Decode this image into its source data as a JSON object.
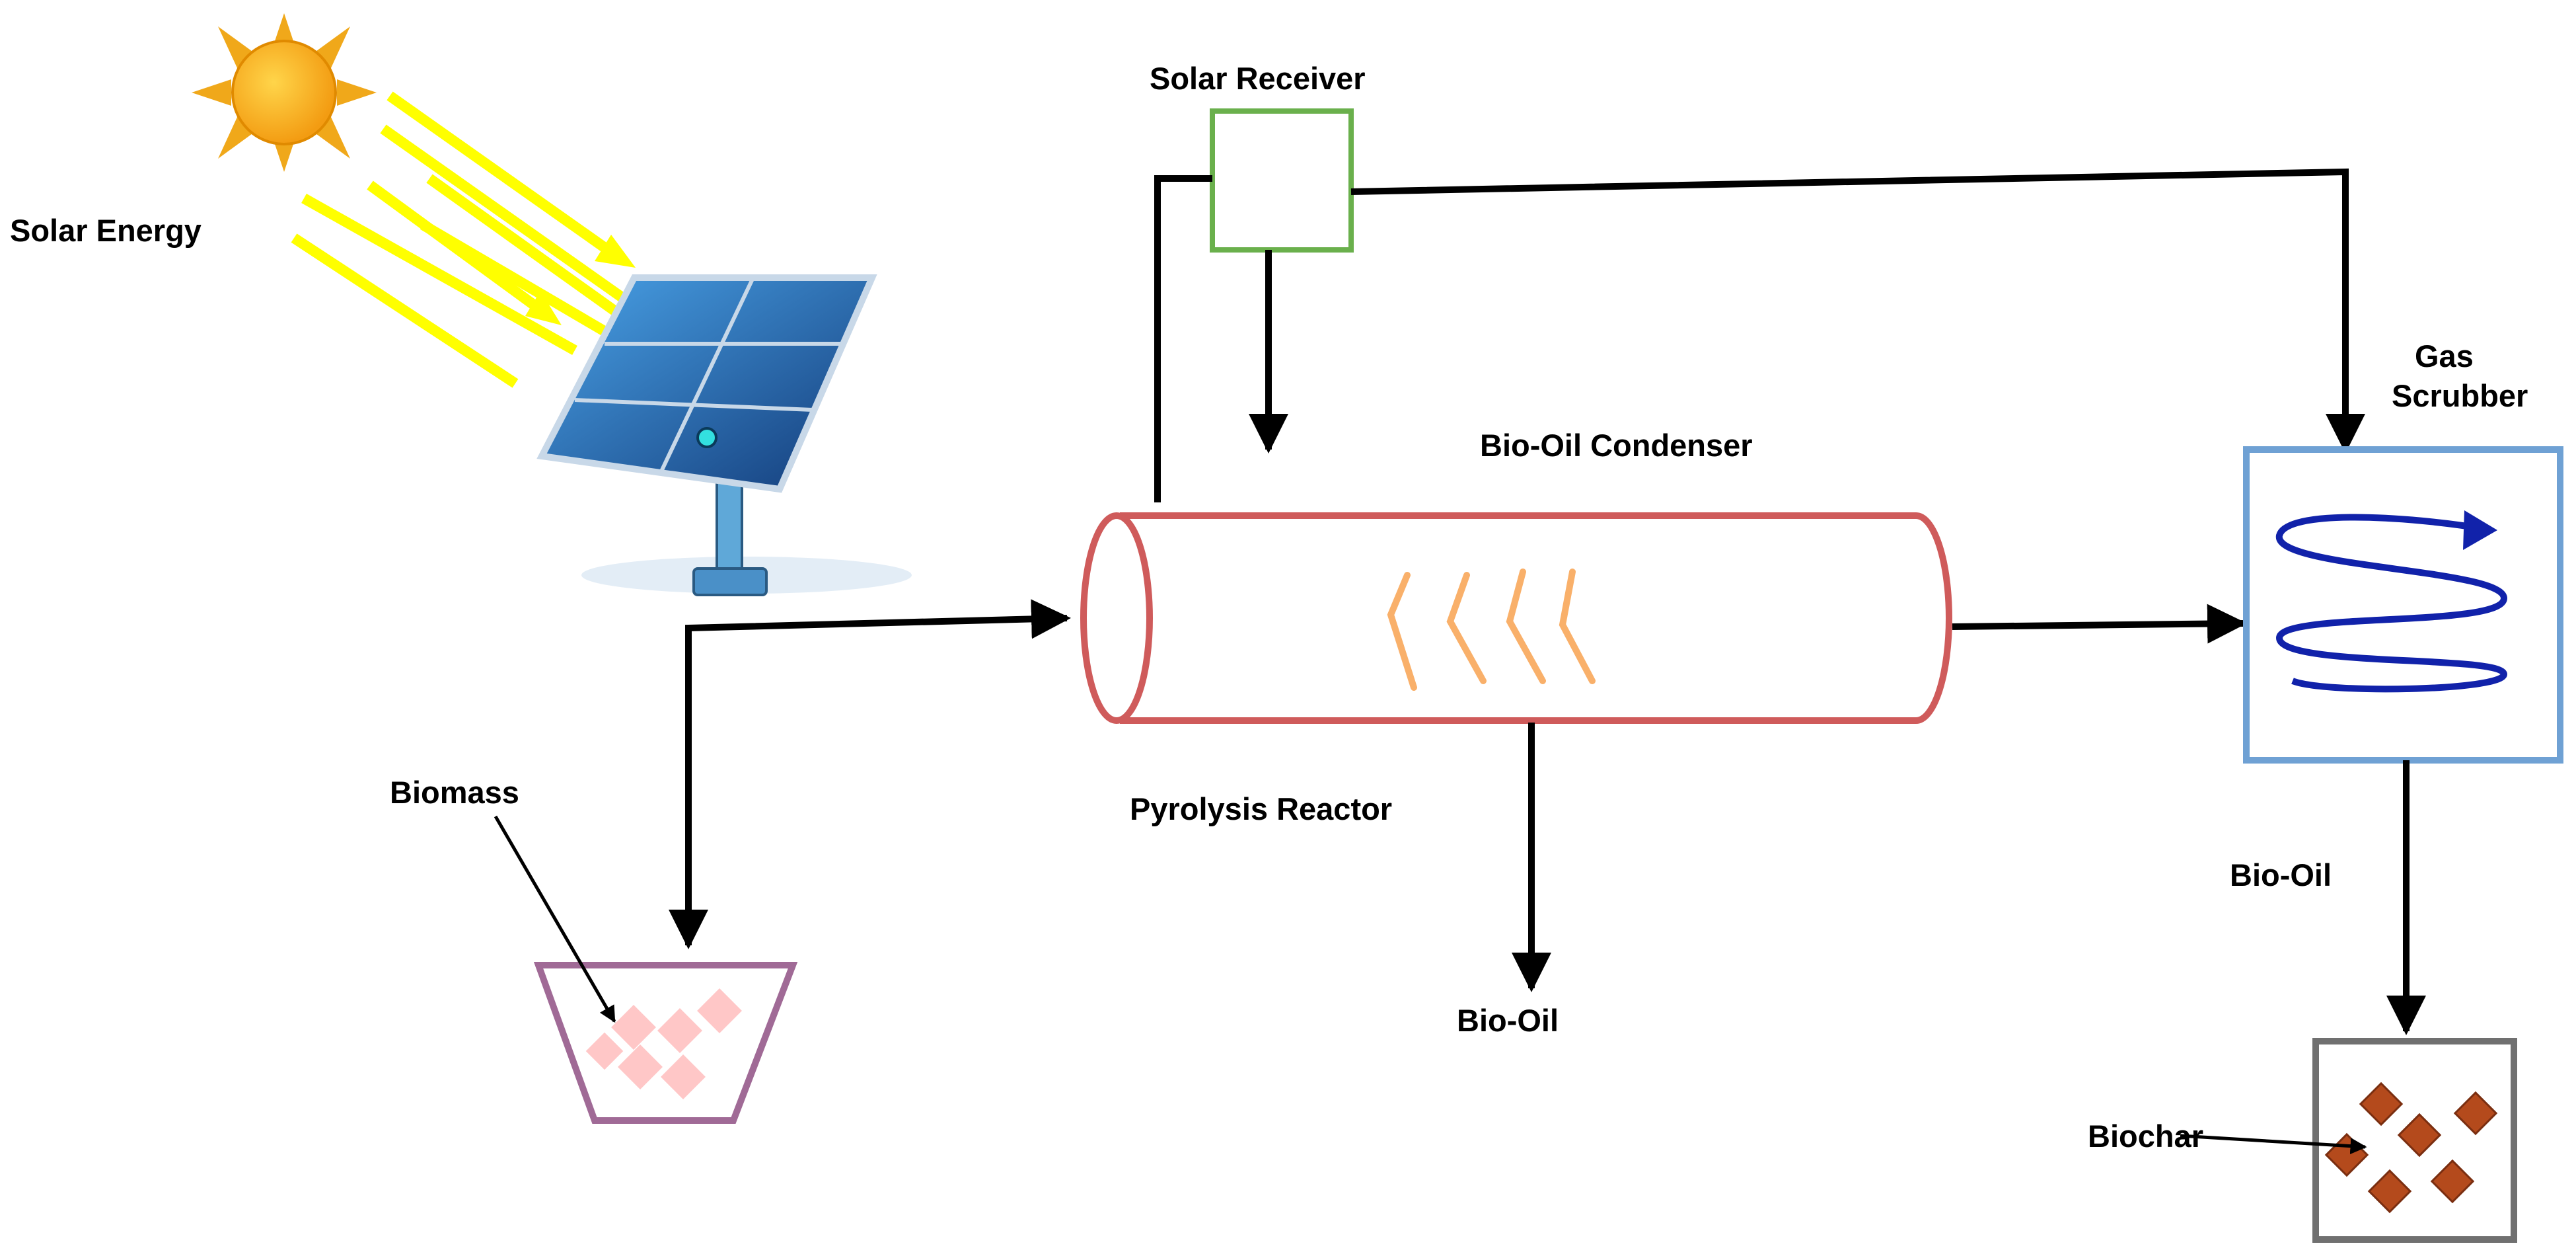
{
  "labels": {
    "solar_energy": "Solar Energy",
    "solar_receiver": "Solar Receiver",
    "bio_oil_condenser": "Bio-Oil Condenser",
    "gas_scrubber_line1": "Gas",
    "gas_scrubber_line2": "Scrubber",
    "biomass": "Biomass",
    "pyrolysis_reactor": "Pyrolysis Reactor",
    "bio_oil_bottom": "Bio-Oil",
    "bio_oil_right": "Bio-Oil",
    "biochar": "Biochar"
  },
  "colors": {
    "sun": "#f9a825",
    "sun_rays": "#f0a81a",
    "light_beams": "#ffff00",
    "solar_panel": "#1e5a9a",
    "receiver_border": "#6ab04c",
    "reactor_border": "#cf5b5b",
    "heat_waves": "#f9b06a",
    "scrubber_border": "#6fa1d4",
    "scrubber_coil": "#1122aa",
    "hopper_border": "#a06a96",
    "biomass_pieces": "#ffc7c7",
    "biochar_box": "#707070",
    "biochar_pieces": "#b44a1c",
    "flow_lines": "#000000"
  }
}
